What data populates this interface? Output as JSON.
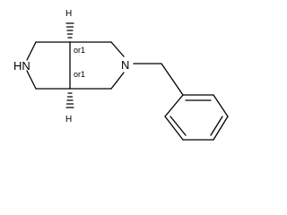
{
  "molecule": {
    "atoms": {
      "nh": "HN",
      "n": "N",
      "h_top": "H",
      "h_bottom": "H"
    },
    "stereo_labels": {
      "top": "or1",
      "bottom": "or1"
    }
  }
}
